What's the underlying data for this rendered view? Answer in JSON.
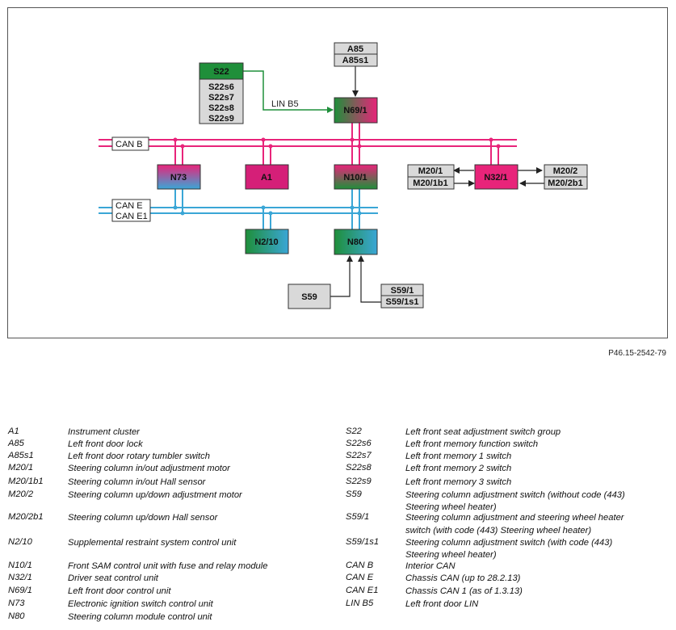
{
  "reference": "P46.15-2542-79",
  "diagram": {
    "bus_labels": {
      "can_b": "CAN B",
      "can_e": "CAN E",
      "can_e1": "CAN E1",
      "lin_b5": "LIN B5"
    },
    "components": {
      "s22": {
        "title": "S22",
        "subs": [
          "S22s6",
          "S22s7",
          "S22s8",
          "S22s9"
        ]
      },
      "a85": {
        "lines": [
          "A85",
          "A85s1"
        ]
      },
      "n69_1": "N69/1",
      "n73": "N73",
      "a1": "A1",
      "n10_1": "N10/1",
      "n32_1": "N32/1",
      "m20_1": {
        "lines": [
          "M20/1",
          "M20/1b1"
        ]
      },
      "m20_2": {
        "lines": [
          "M20/2",
          "M20/2b1"
        ]
      },
      "n2_10": "N2/10",
      "n80": "N80",
      "s59": "S59",
      "s59_1": {
        "lines": [
          "S59/1",
          "S59/1s1"
        ]
      }
    },
    "colors": {
      "can_b": "#e8247a",
      "can_e": "#3aa6d6",
      "lin": "#1f8f3a",
      "gray_box": "#d9d9d9"
    }
  },
  "legend": {
    "left": [
      {
        "code": "A1",
        "desc": "Instrument cluster"
      },
      {
        "code": "A85",
        "desc": "Left front door lock"
      },
      {
        "code": "A85s1",
        "desc": "Left front door rotary tumbler switch"
      },
      {
        "code": "M20/1",
        "desc": "Steering column in/out adjustment motor"
      },
      {
        "code": "M20/1b1",
        "desc": "Steering column in/out Hall sensor"
      },
      {
        "code": "M20/2",
        "desc": "Steering column up/down adjustment motor"
      },
      {
        "code": "M20/2b1",
        "desc": "Steering column up/down Hall sensor"
      },
      {
        "code": "N2/10",
        "desc": "Supplemental restraint system control unit"
      },
      {
        "code": "N10/1",
        "desc": "Front SAM control unit with fuse and relay module"
      },
      {
        "code": "N32/1",
        "desc": "Driver seat control unit"
      },
      {
        "code": "N69/1",
        "desc": "Left front door control unit"
      },
      {
        "code": "N73",
        "desc": "Electronic ignition switch control unit"
      },
      {
        "code": "N80",
        "desc": "Steering column module control unit"
      }
    ],
    "right": [
      {
        "code": "S22",
        "desc": "Left front seat adjustment switch group"
      },
      {
        "code": "S22s6",
        "desc": "Left front memory function switch"
      },
      {
        "code": "S22s7",
        "desc": "Left front memory 1 switch"
      },
      {
        "code": "S22s8",
        "desc": "Left front memory 2 switch"
      },
      {
        "code": "S22s9",
        "desc": "Left front memory 3 switch"
      },
      {
        "code": "S59",
        "desc": "Steering column adjustment switch (without code (443)",
        "desc2": "Steering wheel heater)"
      },
      {
        "code": "S59/1",
        "desc": "Steering column adjustment and steering wheel heater",
        "desc2": "switch (with code (443) Steering wheel heater)"
      },
      {
        "code": "S59/1s1",
        "desc": "Steering column adjustment switch (with code (443)",
        "desc2": "Steering wheel heater)"
      },
      {
        "code": "CAN B",
        "desc": "Interior CAN"
      },
      {
        "code": "CAN E",
        "desc": "Chassis CAN (up to 28.2.13)"
      },
      {
        "code": "CAN E1",
        "desc": "Chassis CAN 1 (as of 1.3.13)"
      },
      {
        "code": "LIN B5",
        "desc": "Left front door LIN"
      }
    ]
  }
}
